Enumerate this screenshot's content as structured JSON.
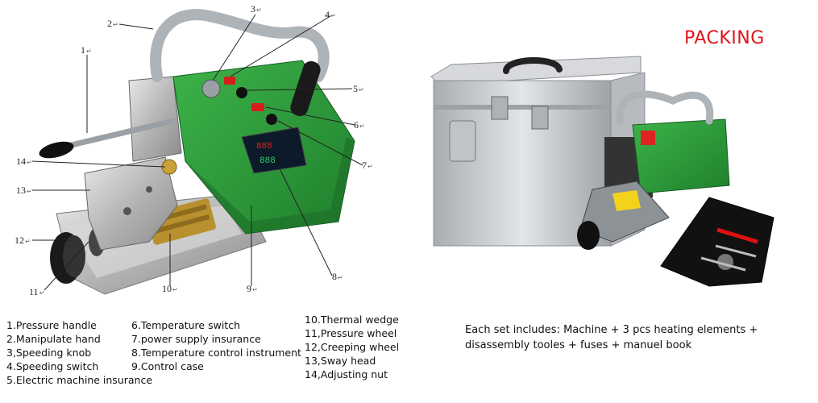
{
  "packing_title": "PACKING",
  "set_caption": {
    "line1": "Each set includes: Machine + 3 pcs heating elements +",
    "line2": "disassembly tooles + fuses + manuel book"
  },
  "callouts": [
    {
      "num": "1",
      "mark": "↵"
    },
    {
      "num": "2",
      "mark": "↵"
    },
    {
      "num": "3",
      "mark": "↵"
    },
    {
      "num": "4",
      "mark": "↵"
    },
    {
      "num": "5",
      "mark": "↵"
    },
    {
      "num": "6",
      "mark": "↵"
    },
    {
      "num": "7",
      "mark": "↵"
    },
    {
      "num": "8",
      "mark": "↵"
    },
    {
      "num": "9",
      "mark": "↵"
    },
    {
      "num": "10",
      "mark": "↵"
    },
    {
      "num": "11",
      "mark": "↵"
    },
    {
      "num": "12",
      "mark": "↵"
    },
    {
      "num": "13",
      "mark": "↵"
    },
    {
      "num": "14",
      "mark": "↵"
    }
  ],
  "legend": {
    "col1": [
      "1.Pressure handle",
      "2.Manipulate hand",
      "3,Speeding knob",
      "4.Speeding switch",
      "5.Electric machine insurance"
    ],
    "col2": [
      "6.Temperature switch",
      "7.power supply insurance",
      "8.Temperature control instrument",
      "9.Control case"
    ],
    "col3": [
      "10.Thermal wedge",
      "11,Pressure wheel",
      "12,Creeping wheel",
      "13,Sway head",
      "14,Adjusting nut"
    ]
  },
  "display_digits": {
    "top": "888",
    "bottom": "888"
  },
  "colors": {
    "machine_green": "#2f9a3e",
    "packing_red": "#e0161c",
    "case_silver": "#c9ccd0"
  }
}
